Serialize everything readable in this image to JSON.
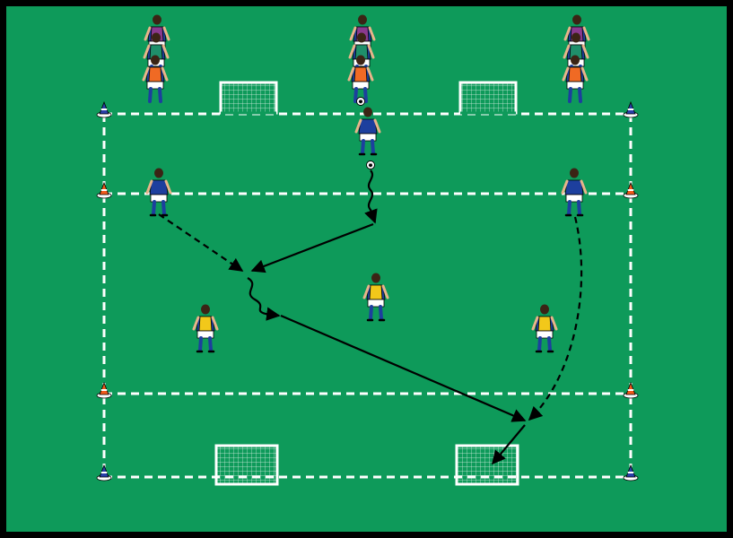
{
  "pitch": {
    "field_color": "#0e9a5a",
    "border_color": "#000000",
    "line_color": "#ffffff"
  },
  "teams": {
    "attackers": {
      "shirt": "#1d3f9e",
      "shorts": "#ffffff",
      "socks": "#1d3f9e"
    },
    "defenders": {
      "shirt": "#1d3f9e",
      "bib": "#f2c81a",
      "shorts": "#ffffff",
      "socks": "#1d3f9e"
    },
    "queue_bibs": [
      "#8a3a8f",
      "#1f8f6a",
      "#f06a24"
    ]
  },
  "cones": {
    "corner_color": "#2a3fa8",
    "middle_color": "#f05a1c"
  },
  "arrows": {
    "pass_style": "solid",
    "run_style": "dashed",
    "dribble_style": "wavy"
  },
  "icons": [
    "player-icon",
    "goal-icon",
    "cone-icon",
    "ball-icon",
    "arrow-icon"
  ]
}
